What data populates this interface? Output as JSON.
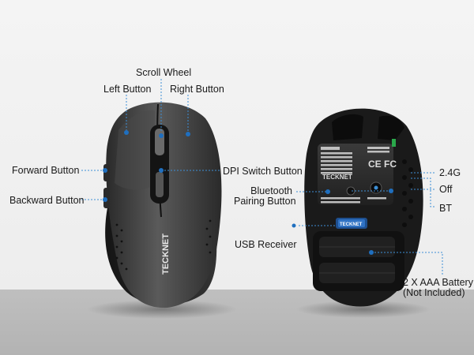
{
  "colors": {
    "callout_line": "#3d8fd6",
    "callout_dot": "#1f6fbf",
    "mouse_body": "#3a3a3a",
    "mouse_dark": "#1c1c1c",
    "background": "#f0f0f0",
    "floor": "#b8b8b8"
  },
  "labels": {
    "scroll_wheel": "Scroll Wheel",
    "left_button": "Left Button",
    "right_button": "Right Button",
    "forward_button": "Forward Button",
    "dpi_switch_button": "DPI Switch Button",
    "backward_button": "Backward Button",
    "bluetooth_pairing_line1": "Bluetooth",
    "bluetooth_pairing_line2": "Pairing Button",
    "usb_receiver": "USB Receiver",
    "mode_24g": "2.4G",
    "mode_off": "Off",
    "mode_bt": "BT",
    "battery_line1": "2 X AAA Battery",
    "battery_line2": "(Not Included)"
  },
  "branding": {
    "logo": "TECKNET",
    "receiver_logo": "TECKNET",
    "ce_mark": "CE FC"
  },
  "icons": [
    "mouse-top-view-image",
    "mouse-bottom-view-image",
    "usb-receiver-image",
    "battery-compartment-image"
  ]
}
